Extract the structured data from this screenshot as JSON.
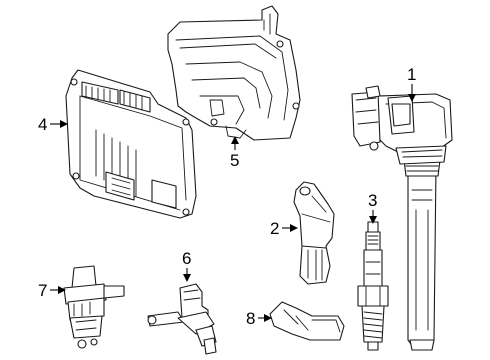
{
  "callouts": [
    {
      "id": "1",
      "label": "1"
    },
    {
      "id": "2",
      "label": "2"
    },
    {
      "id": "3",
      "label": "3"
    },
    {
      "id": "4",
      "label": "4"
    },
    {
      "id": "5",
      "label": "5"
    },
    {
      "id": "6",
      "label": "6"
    },
    {
      "id": "7",
      "label": "7"
    },
    {
      "id": "8",
      "label": "8"
    }
  ],
  "parts": [
    {
      "callout": "1",
      "icon": "ignition-coil-icon"
    },
    {
      "callout": "2",
      "icon": "bracket-sensor-icon"
    },
    {
      "callout": "3",
      "icon": "spark-plug-icon"
    },
    {
      "callout": "4",
      "icon": "ecm-module-icon"
    },
    {
      "callout": "5",
      "icon": "module-bracket-icon"
    },
    {
      "callout": "6",
      "icon": "camshaft-sensor-icon"
    },
    {
      "callout": "7",
      "icon": "crankshaft-sensor-icon"
    },
    {
      "callout": "8",
      "icon": "knock-sensor-icon"
    }
  ]
}
